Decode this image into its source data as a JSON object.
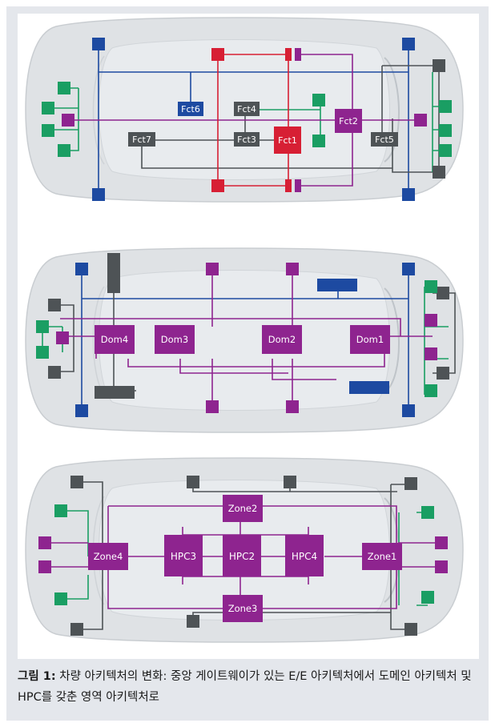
{
  "colors": {
    "purple": "#8e248f",
    "red": "#d71f34",
    "blue": "#1d4aa1",
    "gray": "#4e5356",
    "green": "#1a9e63",
    "frame": "#e4e7ec"
  },
  "diagram1": {
    "fct1": "Fct1",
    "fct2": "Fct2",
    "fct3": "Fct3",
    "fct4": "Fct4",
    "fct5": "Fct5",
    "fct6": "Fct6",
    "fct7": "Fct7"
  },
  "diagram2": {
    "dom1": "Dom1",
    "dom2": "Dom2",
    "dom3": "Dom3",
    "dom4": "Dom4"
  },
  "diagram3": {
    "zone1": "Zone1",
    "zone2": "Zone2",
    "zone3": "Zone3",
    "zone4": "Zone4",
    "hpc2": "HPC2",
    "hpc3": "HPC3",
    "hpc4": "HPC4"
  },
  "caption": {
    "label": "그림 1:",
    "text": " 차량 아키텍처의 변화: 중앙 게이트웨이가 있는 E/E 아키텍처에서 도메인 아키텍처 및 HPC를 갖춘 영역 아키텍처로"
  }
}
